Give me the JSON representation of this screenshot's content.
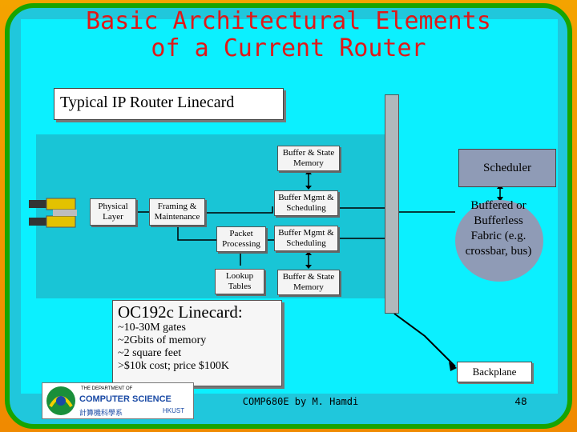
{
  "title": {
    "line1": "Basic Architectural Elements",
    "line2": "of a Current Router"
  },
  "linecard_label": "Typical IP Router Linecard",
  "blocks": {
    "physical_layer": "Physical Layer",
    "framing": "Framing & Maintenance",
    "buffer_state_top": "Buffer & State Memory",
    "buffer_mgmt_top": "Buffer Mgmt & Scheduling",
    "packet_processing": "Packet Processing",
    "buffer_mgmt_bottom": "Buffer Mgmt & Scheduling",
    "lookup_tables": "Lookup Tables",
    "buffer_state_bottom": "Buffer & State Memory"
  },
  "scheduler": "Scheduler",
  "fabric": "Buffered or Bufferless Fabric (e.g. crossbar, bus)",
  "specs": {
    "head": "OC192c Linecard:",
    "lines": [
      "~10-30M gates",
      "~2Gbits of memory",
      "~2 square feet",
      ">$10k cost; price $100K"
    ]
  },
  "backplane_label": "Backplane",
  "logo": {
    "line1": "THE DEPARTMENT OF",
    "line2": "COMPUTER SCIENCE",
    "line3": "計算機科學系",
    "line4": "HKUST"
  },
  "footer": "COMP680E by M. Hamdi",
  "page_number": "48",
  "colors": {
    "title": "#e01818",
    "slide_bg": "#0bf0ff",
    "border": "#18a400",
    "outer": "#f4a300",
    "scheduler_fill": "#8f9bb6"
  }
}
